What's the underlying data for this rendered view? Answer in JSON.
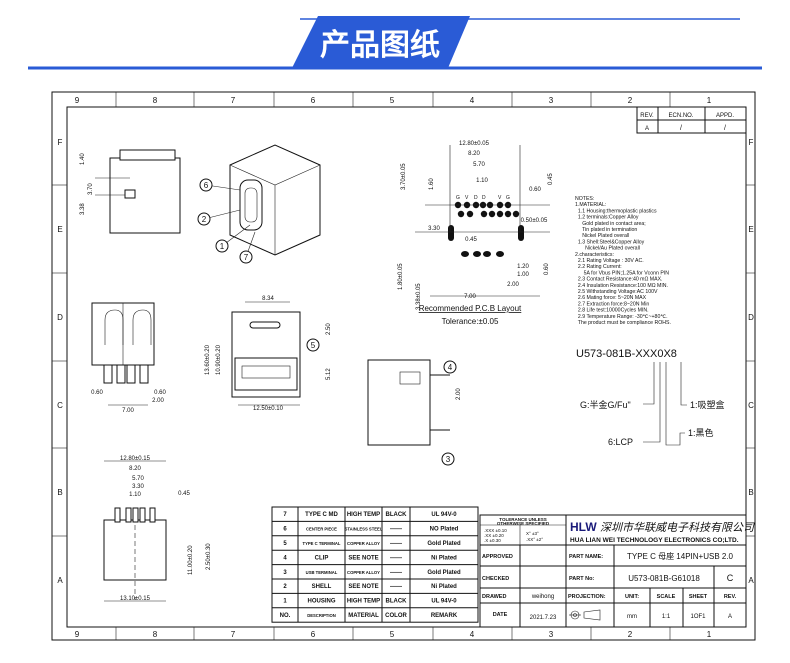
{
  "banner": {
    "title": "产品图纸",
    "color": "#2a5bd6"
  },
  "frame": {
    "columns": [
      "9",
      "8",
      "7",
      "6",
      "5",
      "4",
      "3",
      "2",
      "1"
    ],
    "rows": [
      "F",
      "E",
      "D",
      "C",
      "B",
      "A"
    ]
  },
  "revision_table": {
    "headers": [
      "REV.",
      "ECN.NO.",
      "APPD."
    ],
    "values": [
      "A",
      "/",
      "/"
    ]
  },
  "views": {
    "side_top": {
      "dims": [
        "1.40",
        "3.70",
        "3.38"
      ]
    },
    "iso": {
      "callouts": [
        "6",
        "2",
        "1",
        "7"
      ]
    },
    "pcb": {
      "dims": [
        "12.80±0.05",
        "8.20",
        "5.70",
        "1.10",
        "0.60",
        "0.45",
        "3.70±0.05",
        "1.60",
        "0.50±0.05",
        "3.30",
        "0.45",
        "1.80±0.05",
        "3.38±0.05",
        "1.20",
        "1.00",
        "2.00",
        "7.00",
        "0.60"
      ],
      "pin_labels": [
        "G",
        "V",
        "D",
        "D",
        "V",
        "G"
      ],
      "title": "Recommended P.C.B Layout",
      "tolerance": "Tolerance:±0.05"
    },
    "front_left": {
      "dims": [
        "0.60",
        "0.60",
        "2.00",
        "7.00"
      ]
    },
    "front_center": {
      "dims": [
        "8.34",
        "2.50",
        "13.60±0.20",
        "10.90±0.20",
        "5.12",
        "12.50±0.10"
      ],
      "callout": "5"
    },
    "side_right": {
      "dims": [
        "2.00"
      ],
      "callouts": [
        "4",
        "3"
      ]
    },
    "bottom": {
      "dims": [
        "12.80±0.15",
        "8.20",
        "5.70",
        "3.30",
        "1.10",
        "0.45",
        "11.00±0.20",
        "2.50±0.30",
        "13.10±0.15"
      ]
    }
  },
  "notes": [
    "NOTES:",
    "1.MATERIAL:",
    "  1.1 Housing:thermoplastic plastics",
    "  1.2 terminals:Copper Alloy",
    "     Gold plated in contact area;",
    "     Tin plated in termination",
    "     Nickel Plated overall",
    "  1.3 Shell:Steel&Copper Alloy",
    "       Nickel/Au Plated overall",
    "2.characteristics:",
    "  2.1 Rating Voltage : 30V AC.",
    "  2.2 Rating Current:",
    "      5A for Vbus PIN;1.25A for Vconn PIN",
    "  2.3 Contact Resistance:40 mΩ MAX.",
    "  2.4 Insulation Resistance:100 MΩ MIN.",
    "  2.5 Withstanding Voltage:AC 100V",
    "  2.6 Mating force: 5~20N MAX",
    "  2.7 Extraction force:8~20N Min",
    "  2.8 Life test:10000Cycles MIN.",
    "  2.9 Temperature Range: -30℃~+80℃.",
    "  The product must be compliance ROHS."
  ],
  "part_code": {
    "code": "U573-081B-XXX0X8",
    "plating": "G:半金G/Fu\"",
    "material": "6:LCP",
    "color": "1:黑色",
    "package": "1:吸塑盒"
  },
  "bom": {
    "headers": [
      "NO.",
      "DESCRIPTION",
      "MATERIAL",
      "COLOR",
      "REMARK"
    ],
    "rows": [
      [
        "7",
        "TYPE C MD",
        "HIGH TEMP",
        "BLACK",
        "UL 94V-0"
      ],
      [
        "6",
        "CENTER PIECE",
        "STAINLESS STEEL",
        "——",
        "NO Plated"
      ],
      [
        "5",
        "TYPE C TERMINAL",
        "COPPER ALLOY",
        "——",
        "Gold Plated"
      ],
      [
        "4",
        "CLIP",
        "SEE NOTE",
        "——",
        "Ni Plated"
      ],
      [
        "3",
        "USB TERMINAL",
        "COPPER ALLOY",
        "——",
        "Gold Plated"
      ],
      [
        "2",
        "SHELL",
        "SEE NOTE",
        "——",
        "Ni Plated"
      ],
      [
        "1",
        "HOUSING",
        "HIGH TEMP",
        "BLACK",
        "UL 94V-0"
      ]
    ]
  },
  "title_block": {
    "tolerance_title": [
      "TOLERANCE UNLESS",
      "OTHERWISE SPECIFIED"
    ],
    "tolerance_values": [
      ".XXX ±0.10",
      ".XX ±0.20",
      ".X ±0.30",
      "X° ±3°",
      ".XX° ±2°"
    ],
    "logo": "HLW",
    "company_cn": "深圳市华联威电子科技有限公司",
    "company_en": "HUA LIAN WEI TECHNOLOGY ELECTRONICS CO;LTD.",
    "approved_label": "APPROVED",
    "checked_label": "CHECKED",
    "drawed_label": "DRAWED",
    "drawed_value": "weihong",
    "date_label": "DATE",
    "date_value": "2021.7.23",
    "part_name_label": "PART NAME:",
    "part_name": "TYPE C 母座 14PIN+USB 2.0",
    "part_no_label": "PART No:",
    "part_no": "U573-081B-G61018",
    "rev_letter": "C",
    "projection_label": "PROJECTION:",
    "unit_label": "UNIT:",
    "unit": "mm",
    "scale_label": "SCALE",
    "scale": "1:1",
    "sheet_label": "SHEET",
    "sheet": "1OF1",
    "rev_label": "REV.",
    "rev": "A"
  }
}
